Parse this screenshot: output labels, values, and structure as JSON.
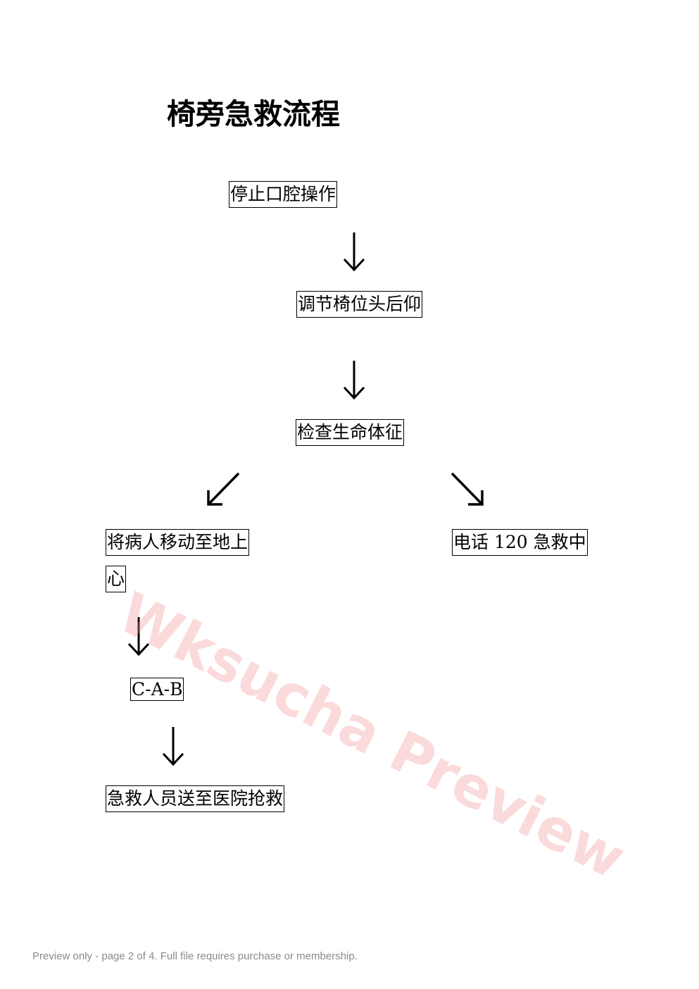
{
  "title": "椅旁急救流程",
  "steps": {
    "stop": "停止口腔操作",
    "adjust": "调节椅位头后仰",
    "check": "检查生命体征",
    "move_line1": "将病人移动至地上",
    "move_line2": "心",
    "call": "电话 120 急救中",
    "cab": "C-A-B",
    "hospital": "急救人员送至医院抢救"
  },
  "icons": {
    "down": "arrow-down-icon",
    "down_left": "arrow-down-left-icon",
    "down_right": "arrow-down-right-icon"
  },
  "watermark": "Wksucha Preview",
  "footer": "Preview only - page 2 of 4. Full file requires purchase or membership.",
  "colors": {
    "watermark": "#f09696",
    "footer": "#8a8a8a"
  }
}
